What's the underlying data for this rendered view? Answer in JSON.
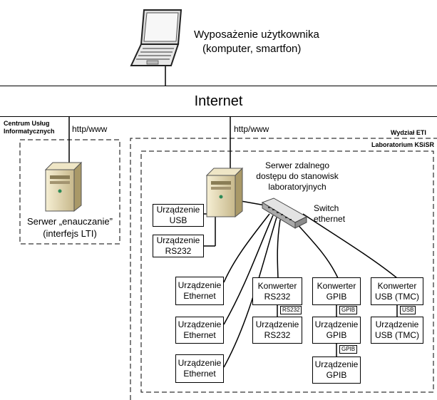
{
  "user": {
    "title": "Wyposażenie użytkownika",
    "subtitle": "(komputer, smartfon)"
  },
  "internet": {
    "label": "Internet"
  },
  "links": {
    "left_protocol": "http/www",
    "right_protocol": "http/www"
  },
  "cui": {
    "title_line1": "Centrum Usług",
    "title_line2": "Informatycznych",
    "server_line1": "Serwer „enauczanie”",
    "server_line2": "(interfejs LTI)"
  },
  "eti": {
    "faculty": "Wydział ETI",
    "lab": "Laboratorium KSiSR",
    "server_line1": "Serwer zdalnego",
    "server_line2": "dostępu do stanowisk",
    "server_line3": "laboratoryjnych",
    "switch_line1": "Switch",
    "switch_line2": "ethernet"
  },
  "devices": {
    "usb_dev_1": "Urządzenie",
    "usb_dev_2": "USB",
    "rs232_dev_1": "Urządzenie",
    "rs232_dev_2": "RS232",
    "eth1_1": "Urządzenie",
    "eth1_2": "Ethernet",
    "eth2_1": "Urządzenie",
    "eth2_2": "Ethernet",
    "eth3_1": "Urządzenie",
    "eth3_2": "Ethernet",
    "conv_rs232_1": "Konwerter",
    "conv_rs232_2": "RS232",
    "dev_rs232_1": "Urządzenie",
    "dev_rs232_2": "RS232",
    "conv_gpib_1": "Konwerter",
    "conv_gpib_2": "GPIB",
    "dev_gpib1_1": "Urządzenie",
    "dev_gpib1_2": "GPIB",
    "dev_gpib2_1": "Urządzenie",
    "dev_gpib2_2": "GPIB",
    "conv_usb_1": "Konwerter",
    "conv_usb_2": "USB (TMC)",
    "dev_usbtmc_1": "Urządzenie",
    "dev_usbtmc_2": "USB (TMC)"
  },
  "tags": {
    "rs232": "RS232",
    "gpib1": "GPIB",
    "gpib2": "GPIB",
    "usb": "USB"
  }
}
